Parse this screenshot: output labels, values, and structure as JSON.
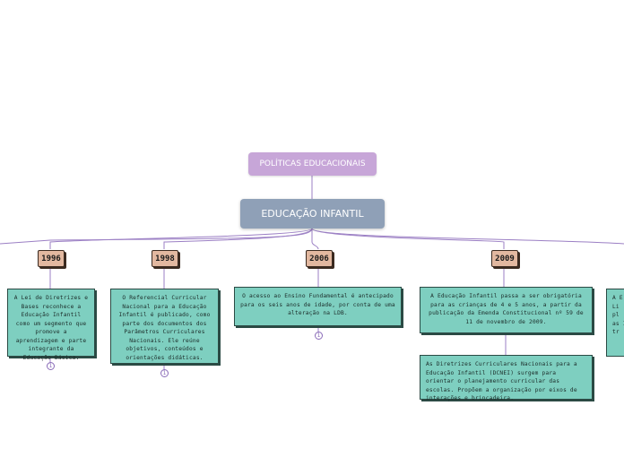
{
  "diagram": {
    "parent_label": "POLÍTICAS EDUCACIONAIS",
    "root_label": "EDUCAÇÃO INFANTIL",
    "branches": [
      {
        "year": "1996",
        "text": "A Lei de Diretrizes e Bases reconhece a Educação Infantil como um segmento que promove a aprendizagem e parte integrante da Educação Básica.",
        "badge": "1"
      },
      {
        "year": "1998",
        "text": "O Referencial Curricular Nacional para a Educação Infantil é publicado, como parte dos documentos dos Parâmetros Curriculares Nacionais. Ele reúne objetivos, conteúdos e orientações didáticas.",
        "badge": "1"
      },
      {
        "year": "2006",
        "text": "O acesso ao Ensino Fundamental é antecipado para os seis anos de idade, por conta de uma alteração na LDB.",
        "badge": "1"
      },
      {
        "year": "2009",
        "text": "A Educação Infantil passa a ser obrigatória para as crianças de 4 e 5 anos, a partir da publicação da Emenda Constitucional nº 59 de 11 de novembro de 2009.",
        "sub_text": "As Diretrizes Curriculares Nacionais para a Educação Infantil (DCNEI) surgem para orientar o planejamento curricular das escolas. Propõem a organização por eixos de interações e brincadeira."
      },
      {
        "year": "",
        "text": "A E Li pl as I tr"
      }
    ]
  },
  "colors": {
    "parent": "#c7a6d8",
    "root": "#8fa0b7",
    "year_box": "#e2b8a0",
    "card": "#7ecfc0",
    "line": "#9b7fc4"
  }
}
